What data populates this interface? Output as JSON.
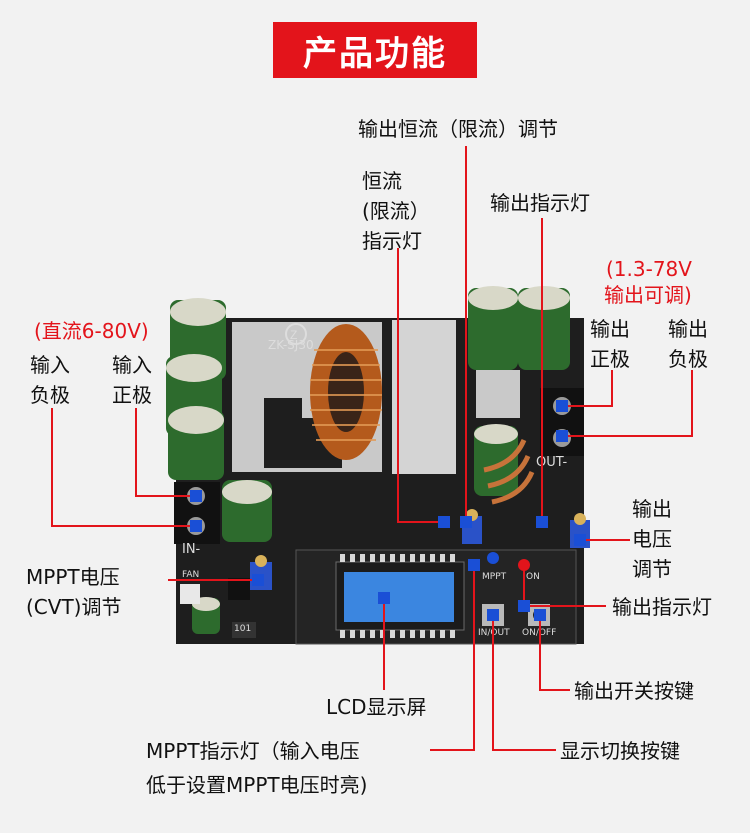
{
  "title": "产品功能",
  "labels": {
    "cc_adjust": "输出恒流（限流）调节",
    "cc_led_1": "恒流",
    "cc_led_2": "(限流）",
    "cc_led_3": "指示灯",
    "out_led_top": "输出指示灯",
    "range_1": "(1.3-78V",
    "range_2": "输出可调)",
    "out_pos_1": "输出",
    "out_pos_2": "正极",
    "out_neg_1": "输出",
    "out_neg_2": "负极",
    "in_range": "(直流6-80V)",
    "in_neg_1": "输入",
    "in_neg_2": "负极",
    "in_pos_1": "输入",
    "in_pos_2": "正极",
    "out_v_1": "输出",
    "out_v_2": "电压",
    "out_v_3": "调节",
    "mppt_v_1": "MPPT电压",
    "mppt_v_2": "(CVT)调节",
    "out_led_right": "输出指示灯",
    "lcd": "LCD显示屏",
    "switch_key": "输出开关按键",
    "mppt_led_1": "MPPT指示灯（输入电压",
    "mppt_led_2": "低于设置MPPT电压时亮)",
    "display_key": "显示切换按键"
  },
  "board": {
    "silk_model": "ZK-SJ30",
    "silk_out": "OUT-",
    "silk_in": "IN-",
    "silk_mppt": "MPPT",
    "silk_on": "ON",
    "silk_inout": "IN/OUT",
    "silk_onoff": "ON/OFF",
    "silk_fan": "FAN",
    "silk_101": "101"
  },
  "colors": {
    "accent": "#e3141b",
    "marker": "#1a4fd6",
    "board": "#1e1e1e"
  }
}
